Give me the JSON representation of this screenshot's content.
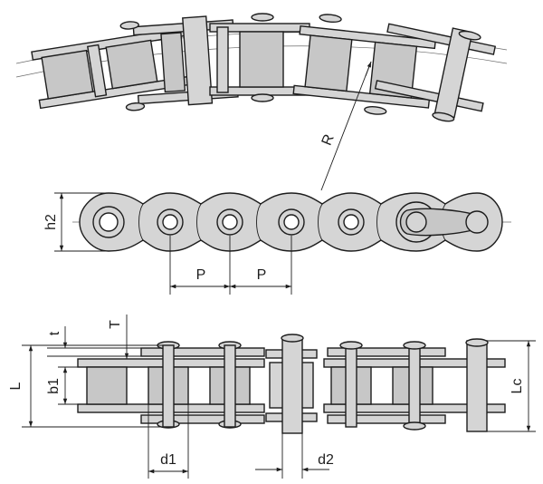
{
  "labels": {
    "radius": "R",
    "h2": "h2",
    "pitch_a": "P",
    "pitch_b": "P",
    "L": "L",
    "t": "t",
    "T": "T",
    "b1": "b1",
    "Lc": "Lc",
    "d1": "d1",
    "d2": "d2"
  }
}
